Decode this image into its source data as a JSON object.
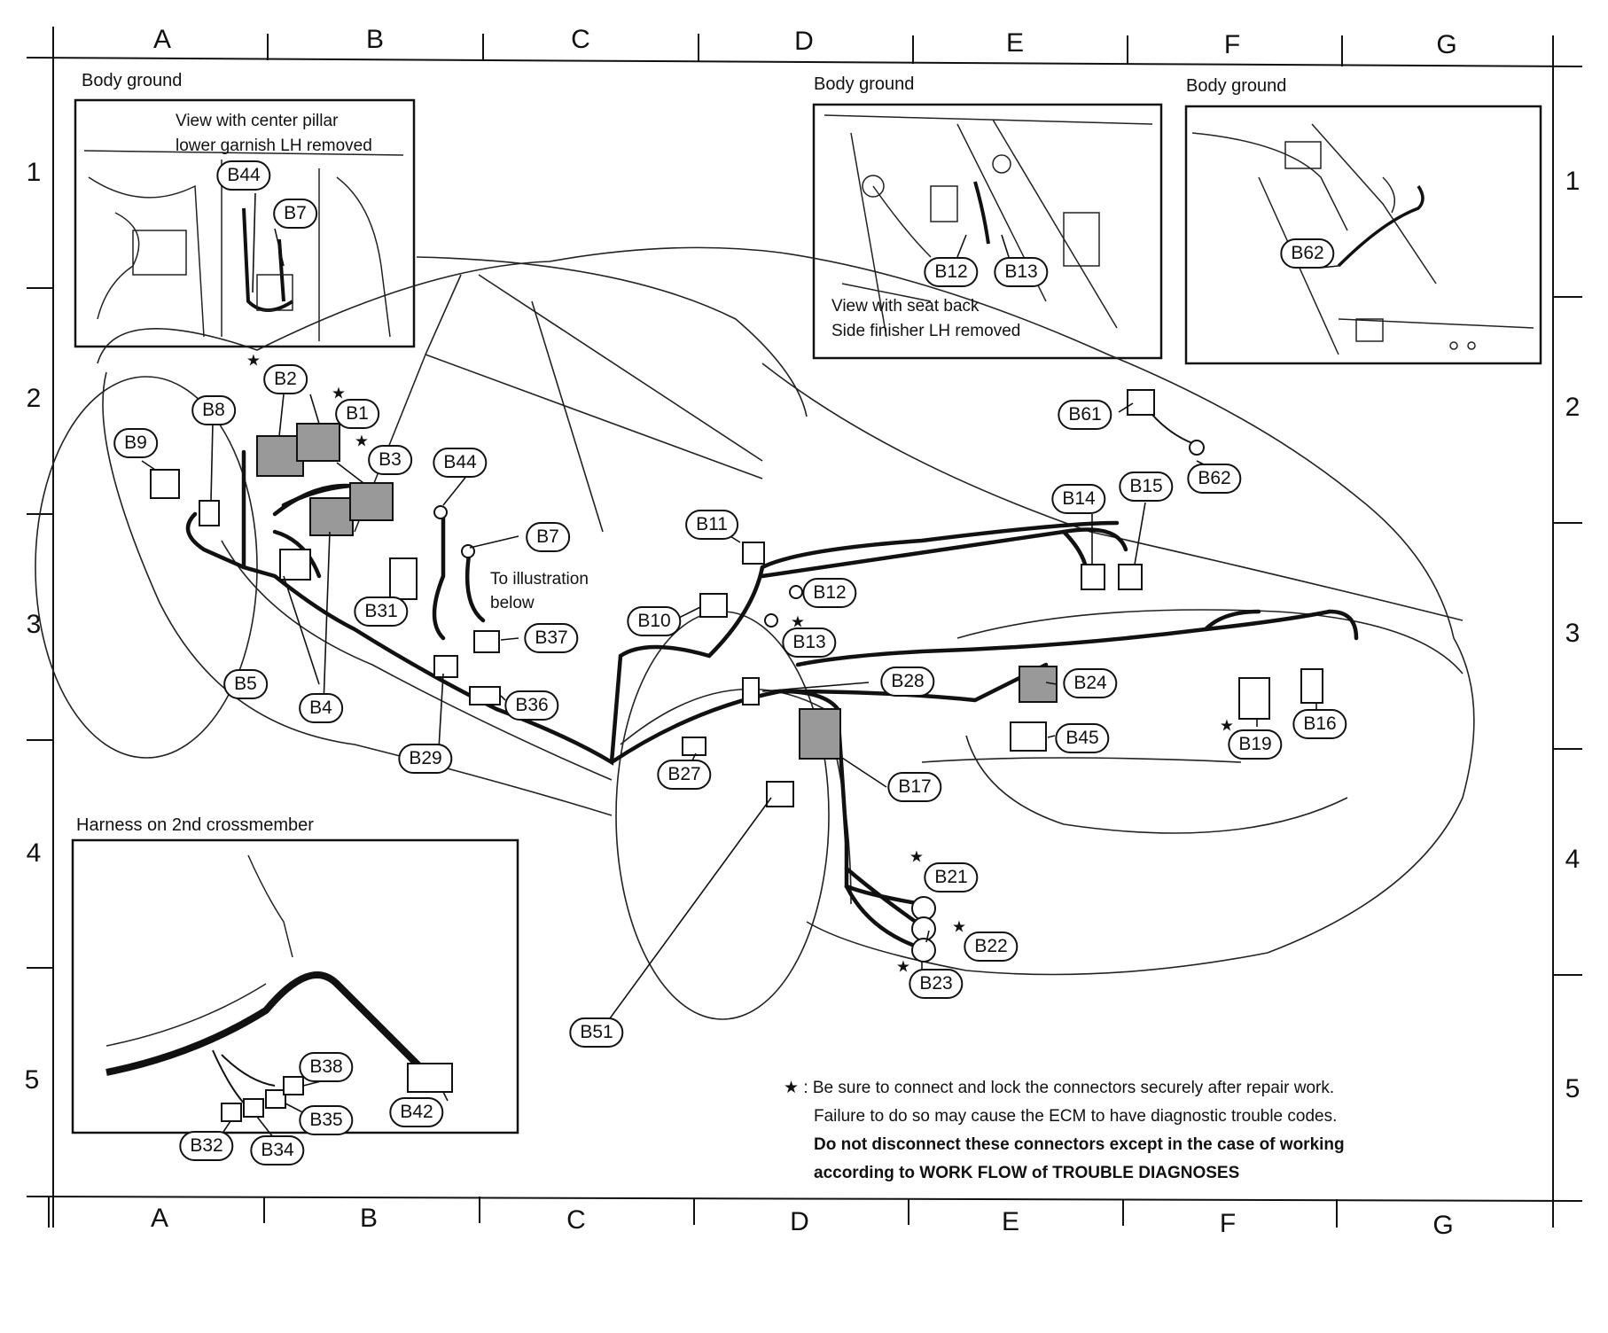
{
  "grid": {
    "columns": [
      "A",
      "B",
      "C",
      "D",
      "E",
      "F",
      "G"
    ],
    "rows": [
      "1",
      "2",
      "3",
      "4",
      "5"
    ]
  },
  "insets": {
    "body_ground_left": {
      "title": "Body ground",
      "caption_line1": "View with center pillar",
      "caption_line2": "lower garnish LH removed",
      "labels": [
        "B44",
        "B7"
      ]
    },
    "body_ground_middle": {
      "title": "Body ground",
      "caption_line1": "View with seat back",
      "caption_line2": "Side finisher LH removed",
      "labels": [
        "B12",
        "B13"
      ]
    },
    "body_ground_right": {
      "title": "Body ground",
      "labels": [
        "B62"
      ]
    },
    "harness_crossmember": {
      "title": "Harness on 2nd crossmember",
      "labels": [
        "B38",
        "B35",
        "B32",
        "B34",
        "B42"
      ]
    }
  },
  "main_labels": [
    "B2",
    "B1",
    "B8",
    "B3",
    "B9",
    "B44",
    "B7",
    "B11",
    "B31",
    "B12",
    "B10",
    "B13",
    "B37",
    "B5",
    "B4",
    "B36",
    "B29",
    "B28",
    "B27",
    "B17",
    "B24",
    "B45",
    "B21",
    "B22",
    "B23",
    "B51",
    "B61",
    "B62",
    "B14",
    "B15",
    "B19",
    "B16"
  ],
  "to_illustration": {
    "line1": "To illustration",
    "line2": "below"
  },
  "note": {
    "symbol": "★",
    "line1": ": Be sure to connect and lock the connectors securely after repair work.",
    "line2": "Failure to do so may cause the ECM to have diagnostic trouble codes.",
    "line3": "Do not disconnect these connectors except in the case of working",
    "line4": "according to WORK FLOW of TROUBLE DIAGNOSES"
  }
}
